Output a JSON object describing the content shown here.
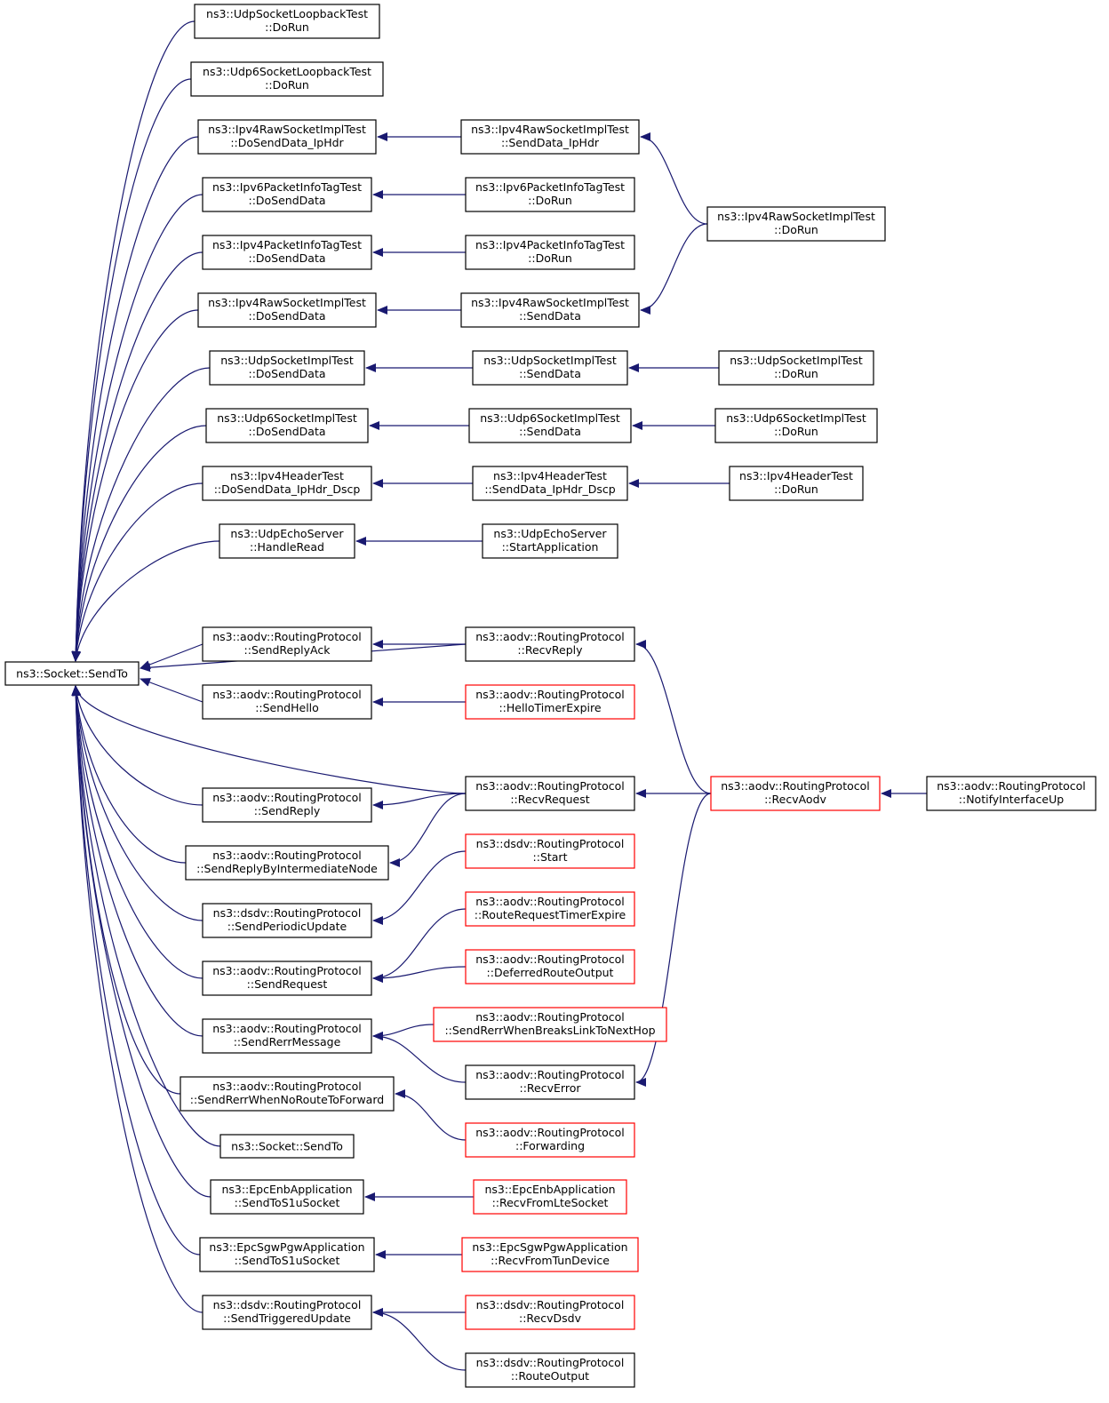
{
  "colors": {
    "edge": "#191970",
    "border_default": "#000000",
    "border_truncated": "#ff0000",
    "root_fill": "#bfbfbf"
  },
  "nodes": [
    {
      "id": "root",
      "lines": [
        "ns3::Socket::SendTo"
      ],
      "style": "root"
    },
    {
      "id": "n1",
      "lines": [
        "ns3::UdpSocketLoopbackTest",
        "::DoRun"
      ],
      "style": "normal"
    },
    {
      "id": "n2",
      "lines": [
        "ns3::Udp6SocketLoopbackTest",
        "::DoRun"
      ],
      "style": "normal"
    },
    {
      "id": "n3",
      "lines": [
        "ns3::Ipv4RawSocketImplTest",
        "::DoSendData_IpHdr"
      ],
      "style": "normal"
    },
    {
      "id": "n4",
      "lines": [
        "ns3::Ipv6PacketInfoTagTest",
        "::DoSendData"
      ],
      "style": "normal"
    },
    {
      "id": "n5",
      "lines": [
        "ns3::Ipv4PacketInfoTagTest",
        "::DoSendData"
      ],
      "style": "normal"
    },
    {
      "id": "n6",
      "lines": [
        "ns3::Ipv4RawSocketImplTest",
        "::DoSendData"
      ],
      "style": "normal"
    },
    {
      "id": "n7",
      "lines": [
        "ns3::UdpSocketImplTest",
        "::DoSendData"
      ],
      "style": "normal"
    },
    {
      "id": "n8",
      "lines": [
        "ns3::Udp6SocketImplTest",
        "::DoSendData"
      ],
      "style": "normal"
    },
    {
      "id": "n9",
      "lines": [
        "ns3::Ipv4HeaderTest",
        "::DoSendData_IpHdr_Dscp"
      ],
      "style": "normal"
    },
    {
      "id": "n10",
      "lines": [
        "ns3::UdpEchoServer",
        "::HandleRead"
      ],
      "style": "normal"
    },
    {
      "id": "n11",
      "lines": [
        "ns3::aodv::RoutingProtocol",
        "::SendReplyAck"
      ],
      "style": "normal"
    },
    {
      "id": "n12",
      "lines": [
        "ns3::aodv::RoutingProtocol",
        "::SendHello"
      ],
      "style": "normal"
    },
    {
      "id": "n13",
      "lines": [
        "ns3::aodv::RoutingProtocol",
        "::SendReply"
      ],
      "style": "normal"
    },
    {
      "id": "n14",
      "lines": [
        "ns3::aodv::RoutingProtocol",
        "::SendReplyByIntermediateNode"
      ],
      "style": "normal"
    },
    {
      "id": "n15",
      "lines": [
        "ns3::dsdv::RoutingProtocol",
        "::SendPeriodicUpdate"
      ],
      "style": "normal"
    },
    {
      "id": "n16",
      "lines": [
        "ns3::aodv::RoutingProtocol",
        "::SendRequest"
      ],
      "style": "normal"
    },
    {
      "id": "n17",
      "lines": [
        "ns3::aodv::RoutingProtocol",
        "::SendRerrMessage"
      ],
      "style": "normal"
    },
    {
      "id": "n18",
      "lines": [
        "ns3::aodv::RoutingProtocol",
        "::SendRerrWhenNoRouteToForward"
      ],
      "style": "normal"
    },
    {
      "id": "n19",
      "lines": [
        "ns3::Socket::SendTo"
      ],
      "style": "normal"
    },
    {
      "id": "n20",
      "lines": [
        "ns3::EpcEnbApplication",
        "::SendToS1uSocket"
      ],
      "style": "normal"
    },
    {
      "id": "n21",
      "lines": [
        "ns3::EpcSgwPgwApplication",
        "::SendToS1uSocket"
      ],
      "style": "normal"
    },
    {
      "id": "n22",
      "lines": [
        "ns3::dsdv::RoutingProtocol",
        "::SendTriggeredUpdate"
      ],
      "style": "normal"
    },
    {
      "id": "m1",
      "lines": [
        "ns3::Ipv4RawSocketImplTest",
        "::SendData_IpHdr"
      ],
      "style": "normal"
    },
    {
      "id": "m2",
      "lines": [
        "ns3::Ipv6PacketInfoTagTest",
        "::DoRun"
      ],
      "style": "normal"
    },
    {
      "id": "m3",
      "lines": [
        "ns3::Ipv4PacketInfoTagTest",
        "::DoRun"
      ],
      "style": "normal"
    },
    {
      "id": "m4",
      "lines": [
        "ns3::Ipv4RawSocketImplTest",
        "::SendData"
      ],
      "style": "normal"
    },
    {
      "id": "m5",
      "lines": [
        "ns3::UdpSocketImplTest",
        "::SendData"
      ],
      "style": "normal"
    },
    {
      "id": "m6",
      "lines": [
        "ns3::Udp6SocketImplTest",
        "::SendData"
      ],
      "style": "normal"
    },
    {
      "id": "m7",
      "lines": [
        "ns3::Ipv4HeaderTest",
        "::SendData_IpHdr_Dscp"
      ],
      "style": "normal"
    },
    {
      "id": "m8",
      "lines": [
        "ns3::UdpEchoServer",
        "::StartApplication"
      ],
      "style": "normal"
    },
    {
      "id": "m9",
      "lines": [
        "ns3::aodv::RoutingProtocol",
        "::RecvReply"
      ],
      "style": "normal"
    },
    {
      "id": "m10",
      "lines": [
        "ns3::aodv::RoutingProtocol",
        "::HelloTimerExpire"
      ],
      "style": "truncated"
    },
    {
      "id": "m11",
      "lines": [
        "ns3::aodv::RoutingProtocol",
        "::RecvRequest"
      ],
      "style": "normal"
    },
    {
      "id": "m12",
      "lines": [
        "ns3::dsdv::RoutingProtocol",
        "::Start"
      ],
      "style": "truncated"
    },
    {
      "id": "m13",
      "lines": [
        "ns3::aodv::RoutingProtocol",
        "::RouteRequestTimerExpire"
      ],
      "style": "truncated"
    },
    {
      "id": "m14",
      "lines": [
        "ns3::aodv::RoutingProtocol",
        "::DeferredRouteOutput"
      ],
      "style": "truncated"
    },
    {
      "id": "m15",
      "lines": [
        "ns3::aodv::RoutingProtocol",
        "::SendRerrWhenBreaksLinkToNextHop"
      ],
      "style": "truncated"
    },
    {
      "id": "m16",
      "lines": [
        "ns3::aodv::RoutingProtocol",
        "::RecvError"
      ],
      "style": "normal"
    },
    {
      "id": "m17",
      "lines": [
        "ns3::aodv::RoutingProtocol",
        "::Forwarding"
      ],
      "style": "truncated"
    },
    {
      "id": "m18",
      "lines": [
        "ns3::EpcEnbApplication",
        "::RecvFromLteSocket"
      ],
      "style": "truncated"
    },
    {
      "id": "m19",
      "lines": [
        "ns3::EpcSgwPgwApplication",
        "::RecvFromTunDevice"
      ],
      "style": "truncated"
    },
    {
      "id": "m20",
      "lines": [
        "ns3::dsdv::RoutingProtocol",
        "::RecvDsdv"
      ],
      "style": "truncated"
    },
    {
      "id": "m21",
      "lines": [
        "ns3::dsdv::RoutingProtocol",
        "::RouteOutput"
      ],
      "style": "normal"
    },
    {
      "id": "r1",
      "lines": [
        "ns3::Ipv4RawSocketImplTest",
        "::DoRun"
      ],
      "style": "normal"
    },
    {
      "id": "r2",
      "lines": [
        "ns3::UdpSocketImplTest",
        "::DoRun"
      ],
      "style": "normal"
    },
    {
      "id": "r3",
      "lines": [
        "ns3::Udp6SocketImplTest",
        "::DoRun"
      ],
      "style": "normal"
    },
    {
      "id": "r4",
      "lines": [
        "ns3::Ipv4HeaderTest",
        "::DoRun"
      ],
      "style": "normal"
    },
    {
      "id": "r5",
      "lines": [
        "ns3::aodv::RoutingProtocol",
        "::RecvAodv"
      ],
      "style": "truncated"
    },
    {
      "id": "x1",
      "lines": [
        "ns3::aodv::RoutingProtocol",
        "::NotifyInterfaceUp"
      ],
      "style": "normal"
    }
  ],
  "edges": [
    {
      "from": "n1",
      "to": "root"
    },
    {
      "from": "n2",
      "to": "root"
    },
    {
      "from": "n3",
      "to": "root"
    },
    {
      "from": "n4",
      "to": "root"
    },
    {
      "from": "n5",
      "to": "root"
    },
    {
      "from": "n6",
      "to": "root"
    },
    {
      "from": "n7",
      "to": "root"
    },
    {
      "from": "n8",
      "to": "root"
    },
    {
      "from": "n9",
      "to": "root"
    },
    {
      "from": "n10",
      "to": "root"
    },
    {
      "from": "m9",
      "to": "root"
    },
    {
      "from": "n11",
      "to": "root"
    },
    {
      "from": "n12",
      "to": "root"
    },
    {
      "from": "m11",
      "to": "root"
    },
    {
      "from": "n13",
      "to": "root"
    },
    {
      "from": "n14",
      "to": "root"
    },
    {
      "from": "n15",
      "to": "root"
    },
    {
      "from": "n16",
      "to": "root"
    },
    {
      "from": "n17",
      "to": "root"
    },
    {
      "from": "n18",
      "to": "root"
    },
    {
      "from": "n19",
      "to": "root"
    },
    {
      "from": "n20",
      "to": "root"
    },
    {
      "from": "n21",
      "to": "root"
    },
    {
      "from": "n22",
      "to": "root"
    },
    {
      "from": "m1",
      "to": "n3"
    },
    {
      "from": "m2",
      "to": "n4"
    },
    {
      "from": "m3",
      "to": "n5"
    },
    {
      "from": "m4",
      "to": "n6"
    },
    {
      "from": "m5",
      "to": "n7"
    },
    {
      "from": "m6",
      "to": "n8"
    },
    {
      "from": "m7",
      "to": "n9"
    },
    {
      "from": "m8",
      "to": "n10"
    },
    {
      "from": "m9",
      "to": "n11"
    },
    {
      "from": "m10",
      "to": "n12"
    },
    {
      "from": "m11",
      "to": "n13"
    },
    {
      "from": "m11",
      "to": "n14"
    },
    {
      "from": "m12",
      "to": "n15"
    },
    {
      "from": "m13",
      "to": "n16"
    },
    {
      "from": "m14",
      "to": "n16"
    },
    {
      "from": "m15",
      "to": "n17"
    },
    {
      "from": "m16",
      "to": "n17"
    },
    {
      "from": "m17",
      "to": "n18"
    },
    {
      "from": "m18",
      "to": "n20"
    },
    {
      "from": "m19",
      "to": "n21"
    },
    {
      "from": "m20",
      "to": "n22"
    },
    {
      "from": "m21",
      "to": "n22"
    },
    {
      "from": "r1",
      "to": "m1"
    },
    {
      "from": "r1",
      "to": "m4"
    },
    {
      "from": "r2",
      "to": "m5"
    },
    {
      "from": "r3",
      "to": "m6"
    },
    {
      "from": "r4",
      "to": "m7"
    },
    {
      "from": "r5",
      "to": "m9"
    },
    {
      "from": "r5",
      "to": "m11"
    },
    {
      "from": "r5",
      "to": "m16"
    },
    {
      "from": "x1",
      "to": "r5"
    }
  ]
}
